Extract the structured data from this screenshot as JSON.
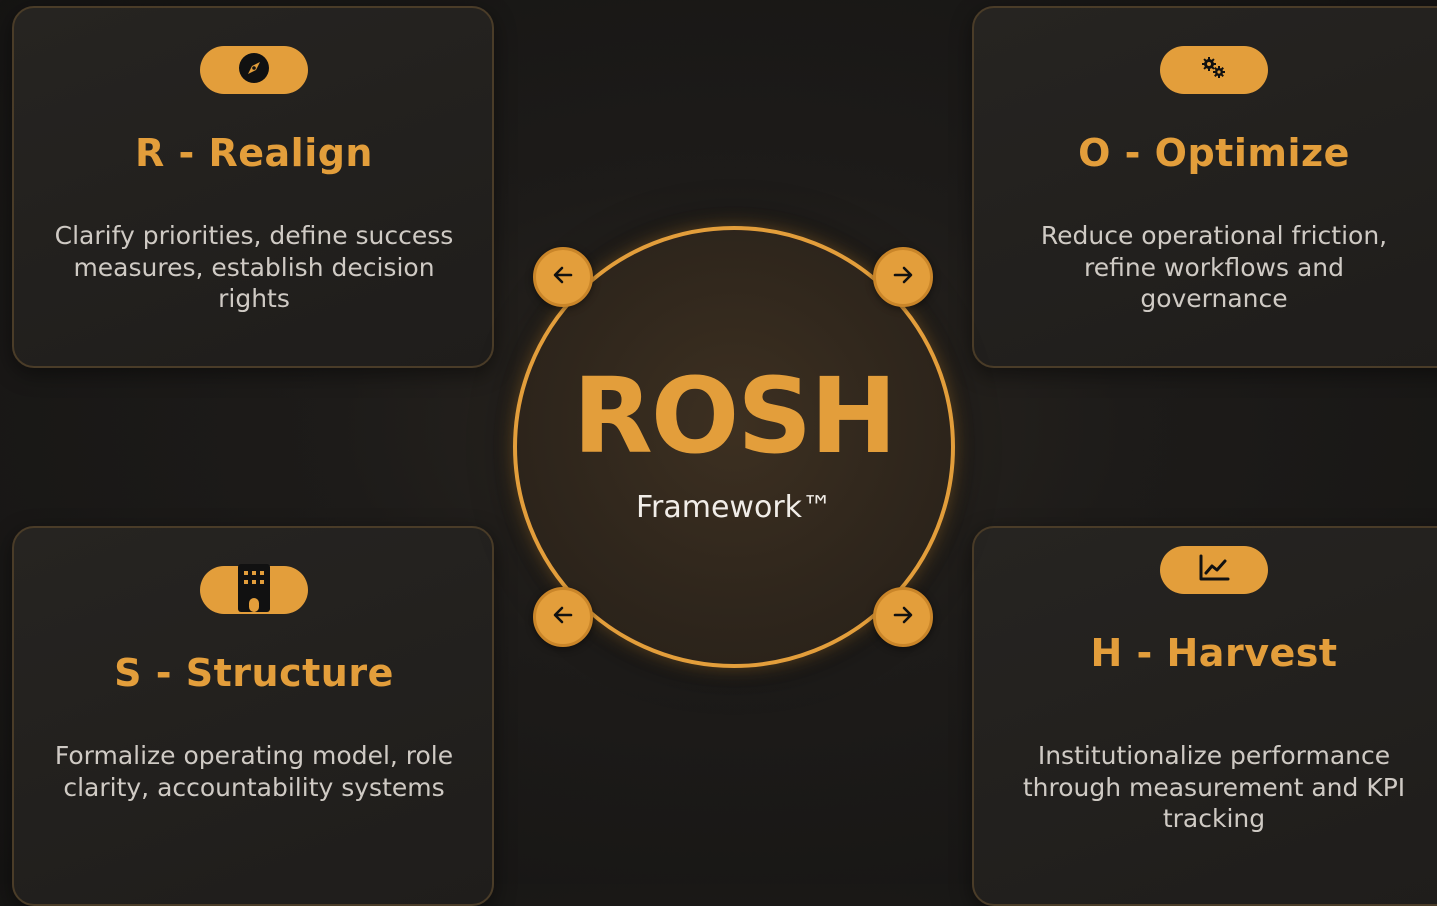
{
  "hub": {
    "title": "ROSH",
    "subtitle": "Framework™"
  },
  "cards": [
    {
      "letter_title": "R - Realign",
      "description": "Clarify priorities, define success measures, establish decision rights",
      "icon": "compass-icon"
    },
    {
      "letter_title": "O - Optimize",
      "description": "Reduce operational friction, refine workflows and governance",
      "icon": "gears-icon"
    },
    {
      "letter_title": "S - Structure",
      "description": "Formalize operating model, role clarity, accountability systems",
      "icon": "building-icon"
    },
    {
      "letter_title": "H - Harvest",
      "description": "Institutionalize performance through measurement and KPI tracking",
      "icon": "chart-line-icon"
    }
  ],
  "nav_buttons": [
    {
      "icon": "arrow-left-icon"
    },
    {
      "icon": "arrow-right-icon"
    },
    {
      "icon": "arrow-left-icon"
    },
    {
      "icon": "arrow-right-icon"
    }
  ],
  "colors": {
    "accent": "#e39e3b",
    "background": "#1a1816",
    "card": "#232120",
    "text_light": "#cfcac4"
  }
}
